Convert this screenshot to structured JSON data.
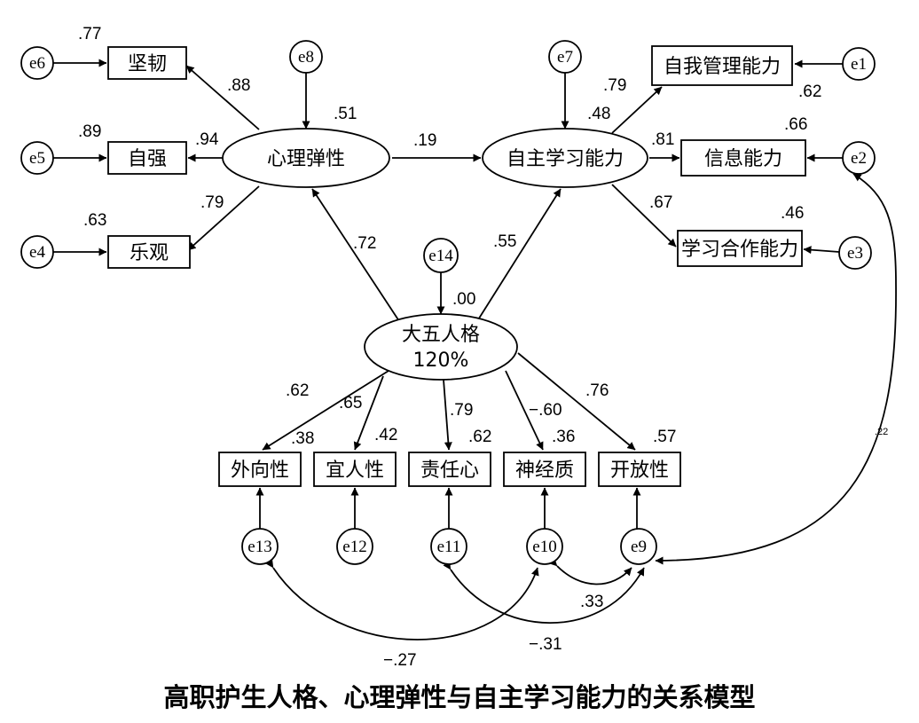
{
  "latents": {
    "resilience": "心理弹性",
    "self_study": "自主学习能力",
    "big_five_name": "大五人格",
    "big_five_pct": "120%"
  },
  "indicators": {
    "tenacity": "坚韧",
    "strength": "自强",
    "optimism": "乐观",
    "self_management": "自我管理能力",
    "information": "信息能力",
    "cooperation": "学习合作能力",
    "extraversion": "外向性",
    "agreeableness": "宜人性",
    "conscientiousness": "责任心",
    "neuroticism": "神经质",
    "openness": "开放性"
  },
  "errors": {
    "e1": "e1",
    "e2": "e2",
    "e3": "e3",
    "e4": "e4",
    "e5": "e5",
    "e6": "e6",
    "e7": "e7",
    "e8": "e8",
    "e9": "e9",
    "e10": "e10",
    "e11": "e11",
    "e12": "e12",
    "e13": "e13",
    "e14": "e14"
  },
  "coefficients": {
    "tenacity_r2": ".77",
    "tenacity_load": ".88",
    "strength_r2": ".89",
    "strength_load": ".94",
    "optimism_r2": ".63",
    "optimism_load": ".79",
    "resilience_r2": ".51",
    "resilience_to_selfstudy": ".19",
    "selfstudy_r2": ".48",
    "selfmgmt_load": ".79",
    "selfmgmt_r2": ".62",
    "info_load": ".81",
    "info_r2": ".66",
    "coop_load": ".67",
    "coop_r2": ".46",
    "bigfive_to_resilience": ".72",
    "bigfive_to_selfstudy": ".55",
    "bigfive_r2": ".00",
    "extraversion_load": ".62",
    "extraversion_r2": ".38",
    "agreeableness_load": ".65",
    "agreeableness_r2": ".42",
    "conscientiousness_load": ".79",
    "conscientiousness_r2": ".62",
    "neuroticism_load": "−.60",
    "neuroticism_r2": ".36",
    "openness_load": ".76",
    "openness_r2": ".57",
    "cov_e2_e9": ".22",
    "cov_e10_e9": ".33",
    "cov_e11_e9": "−.31",
    "cov_e13_e10": "−.27"
  },
  "caption": "高职护生人格、心理弹性与自主学习能力的关系模型"
}
